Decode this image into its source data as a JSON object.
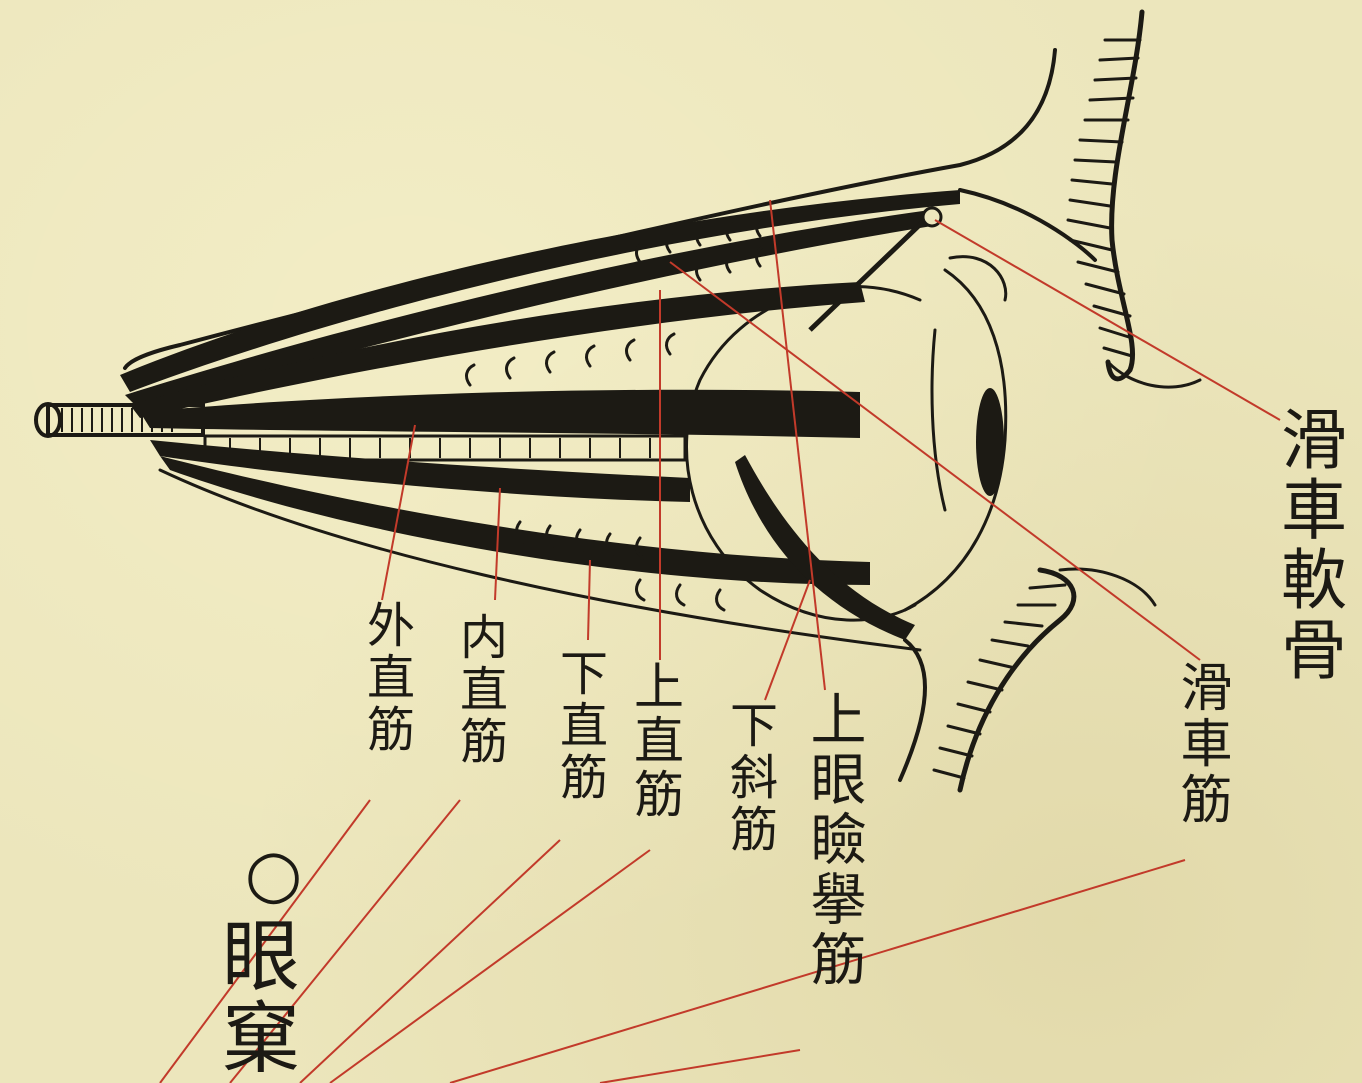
{
  "labels": {
    "lateral_rectus": "外直筋",
    "medial_rectus": "内直筋",
    "inferior_rectus": "下直筋",
    "superior_rectus": "上直筋",
    "inferior_oblique": "下斜筋",
    "levator": "上眼瞼擧筋",
    "trochlear_muscle": "滑車筋",
    "trochlear_cartilage": "滑車軟骨",
    "orbit_marker": "○",
    "orbit": "眼窠"
  },
  "colors": {
    "paper": "#ece6bc",
    "ink": "#1c1a14",
    "leader": "#c23a2a"
  }
}
